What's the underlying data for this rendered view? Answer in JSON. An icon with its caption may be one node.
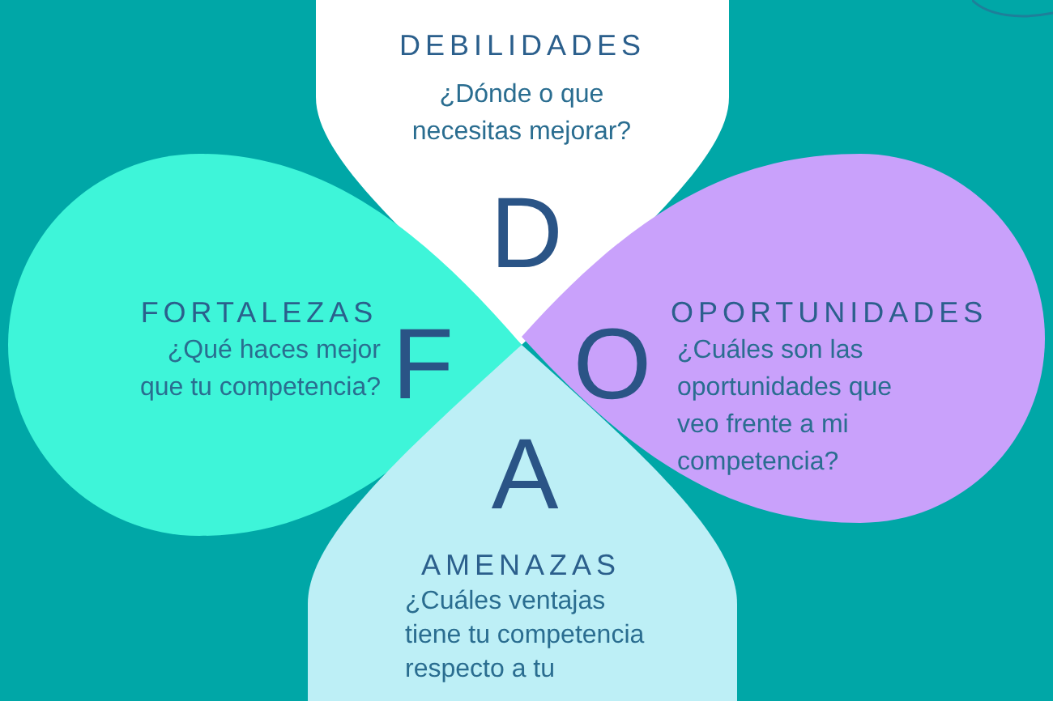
{
  "diagram": {
    "nodes": [
      {
        "text": [
          "DEBILIDADES",
          "¿Dónde o que necesitas mejorar?",
          "D"
        ]
      },
      {
        "text": [
          "FORTALEZAS",
          "¿Qué haces mejor que tu competencia?",
          "F"
        ]
      },
      {
        "text": [
          "OPORTUNIDADES",
          "O",
          "¿Cuáles son las oportunidades que veo frente a mi competencia?"
        ]
      },
      {
        "text": [
          "A",
          "AMENAZAS",
          "¿Cuáles ventajas tiene tu competencia respecto a tu"
        ]
      }
    ]
  }
}
